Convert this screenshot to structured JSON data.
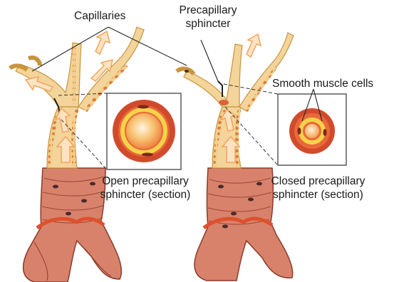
{
  "labels": {
    "capillaries": "Capillaries",
    "precapillary_line1": "Precapillary",
    "precapillary_line2": "sphincter",
    "smooth_muscle": "Smooth muscle cells",
    "open_line1": "Open precapillary",
    "open_line2": "sphincter (section)",
    "closed_line1": "Closed precapillary",
    "closed_line2": "sphincter (section)"
  },
  "colors": {
    "vessel_wall": "#f3d49a",
    "vessel_wall_edge": "#c8943e",
    "smooth_muscle": "#d9633a",
    "arteriole": "#d8826c",
    "arteriole_dark": "#8a3a2a",
    "lumen_light": "#fff3df",
    "arrow": "#f2a45c",
    "section_outer": "#d24a2c",
    "section_ring": "#f6d24a",
    "section_core": "#f08a4a"
  },
  "states": {
    "left": "open",
    "right": "closed"
  }
}
